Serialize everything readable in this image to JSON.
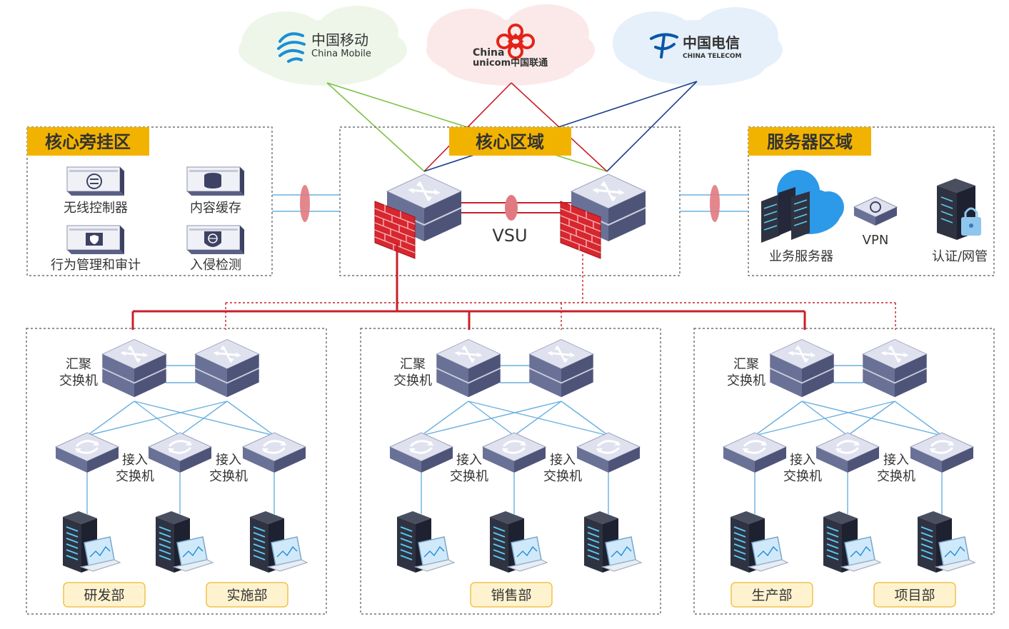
{
  "carriers": {
    "mobile": {
      "cn": "中国移动",
      "en": "China Mobile",
      "color": "#1a8fd6"
    },
    "unicom": {
      "line1": "China",
      "line2": "unicom中国联通",
      "color": "#e2231a"
    },
    "telecom": {
      "cn": "中国电信",
      "en": "CHINA TELECOM",
      "color": "#0a57a8"
    }
  },
  "zones": {
    "bypass": {
      "title": "核心旁挂区",
      "devices": [
        "无线控制器",
        "内容缓存",
        "行为管理和审计",
        "入侵检测"
      ]
    },
    "core": {
      "title": "核心区域",
      "vsu": "VSU"
    },
    "server": {
      "title": "服务器区域",
      "devices": [
        "业务服务器",
        "VPN",
        "认证/网管"
      ]
    }
  },
  "branches": [
    {
      "agg_label": "汇聚\n交换机",
      "access_labels": [
        "接入\n交换机",
        "接入\n交换机"
      ],
      "departments": [
        "研发部",
        "实施部"
      ]
    },
    {
      "agg_label": "汇聚\n交换机",
      "access_labels": [
        "接入\n交换机",
        "接入\n交换机"
      ],
      "departments": [
        "销售部"
      ]
    },
    {
      "agg_label": "汇聚\n交换机",
      "access_labels": [
        "接入\n交换机",
        "接入\n交换机"
      ],
      "departments": [
        "生产部",
        "项目部"
      ]
    }
  ],
  "colors": {
    "title_bg": "#f2b300",
    "link_red": "#c8202a",
    "link_green": "#7cc242",
    "link_blue": "#1a3f8f",
    "lan_blue": "#6ab0e0",
    "dept_bg": "#fff3cf",
    "dept_border": "#f2c24a",
    "device_top": "#e6e8f2",
    "device_side": "#5c6488"
  }
}
